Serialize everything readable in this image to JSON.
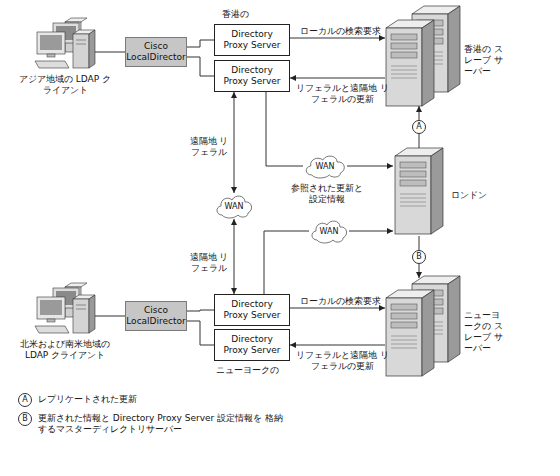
{
  "diagram": {
    "nodes": [
      {
        "text": [
          "アジア地域の LDAP クライアント"
        ]
      },
      {
        "text": [
          "Cisco LocalDirector"
        ]
      },
      {
        "text": [
          "Directory Proxy Server"
        ]
      },
      {
        "text": [
          "Directory Proxy Server"
        ]
      },
      {
        "text": [
          "香港の スレーブ サーバー"
        ]
      },
      {
        "text": [
          "WAN"
        ]
      },
      {
        "text": [
          "ロンドン"
        ]
      },
      {
        "text": [
          "WAN"
        ]
      },
      {
        "text": [
          "WAN"
        ]
      },
      {
        "text": [
          "北米および南米地域の LDAP クライアント"
        ]
      },
      {
        "text": [
          "Cisco LocalDirector"
        ]
      },
      {
        "text": [
          "Directory Proxy Server"
        ]
      },
      {
        "text": [
          "Directory Proxy Server"
        ]
      },
      {
        "text": [
          "ニューヨークの スレーブ サーバー"
        ]
      }
    ],
    "edges": [
      {
        "from": 0,
        "to": 1,
        "arrow": "none"
      },
      {
        "from": 1,
        "to": 2,
        "arrow": "none"
      },
      {
        "from": 1,
        "to": 3,
        "arrow": "none"
      },
      {
        "from": 2,
        "to": 4,
        "label": "ローカルの検索要求",
        "arrow": "to"
      },
      {
        "from": 4,
        "to": 3,
        "label": "リフェラルと遠隔地 リフェラルの更新",
        "arrow": "to"
      },
      {
        "from": 3,
        "to": 7,
        "label": "遠隔地 リフェラル",
        "arrow": "both"
      },
      {
        "from": 3,
        "to": 5,
        "arrow": "none"
      },
      {
        "from": 5,
        "to": 6,
        "arrow": "to"
      },
      {
        "from": 6,
        "to": 4,
        "label": "A",
        "arrow": "to"
      },
      {
        "from": 6,
        "to": 13,
        "label": "B",
        "arrow": "to"
      },
      {
        "from": 7,
        "to": 11,
        "label": "遠隔地 リフェラル",
        "arrow": "both"
      },
      {
        "from": 11,
        "to": 8,
        "arrow": "none"
      },
      {
        "from": 8,
        "to": 6,
        "arrow": "to"
      },
      {
        "from": 9,
        "to": 10,
        "arrow": "none"
      },
      {
        "from": 10,
        "to": 11,
        "arrow": "none"
      },
      {
        "from": 10,
        "to": 12,
        "arrow": "none"
      },
      {
        "from": 11,
        "to": 13,
        "label": "ローカルの検索要求",
        "arrow": "to"
      },
      {
        "from": 13,
        "to": 12,
        "label": "リフェラルと遠隔地 リフェラルの更新",
        "arrow": "to"
      }
    ],
    "labels": [
      "香港の",
      "参照された更新と 設定情報",
      "ニューヨークの",
      "A",
      "B"
    ],
    "legend": [
      {
        "text": "レプリケートされた更新"
      },
      {
        "text": "更新された情報と Directory Proxy Server 設定情報を 格納するマスターディレクトリサーバー"
      }
    ]
  }
}
